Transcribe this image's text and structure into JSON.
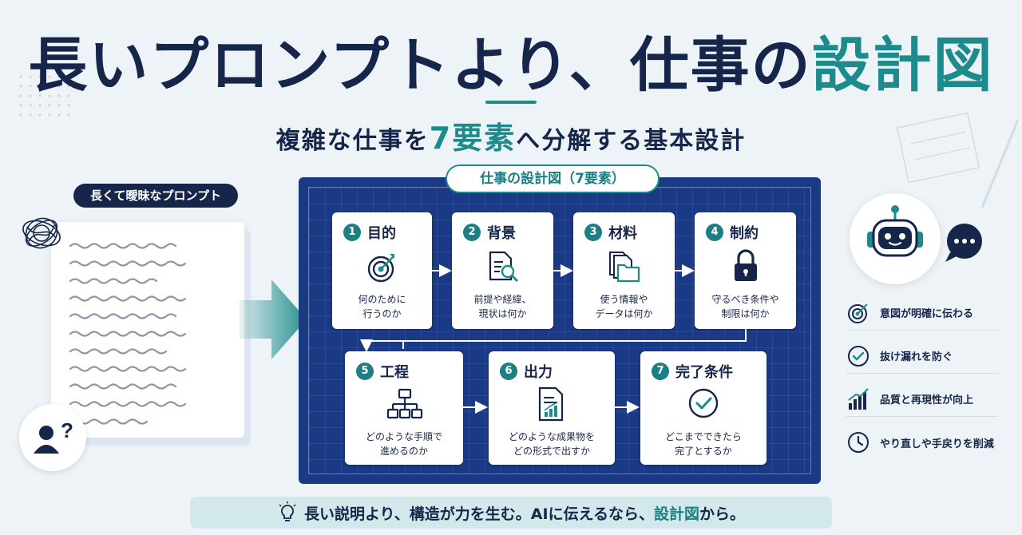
{
  "header": {
    "title_main": "長いプロンプトより、仕事の",
    "title_accent": "設計図",
    "subtitle_before": "複雑な仕事を",
    "subtitle_accent": "7要素",
    "subtitle_after": "へ分解する基本設計"
  },
  "left": {
    "label": "長くて曖昧なプロンプト"
  },
  "board": {
    "label": "仕事の設計図（7要素）",
    "cards": [
      {
        "num": "1",
        "name": "目的",
        "icon": "target-icon",
        "desc": [
          "何のために",
          "行うのか"
        ]
      },
      {
        "num": "2",
        "name": "背景",
        "icon": "document-search-icon",
        "desc": [
          "前提や経緯、",
          "現状は何か"
        ]
      },
      {
        "num": "3",
        "name": "材料",
        "icon": "files-folder-icon",
        "desc": [
          "使う情報や",
          "データは何か"
        ]
      },
      {
        "num": "4",
        "name": "制約",
        "icon": "lock-icon",
        "desc": [
          "守るべき条件や",
          "制限は何か"
        ]
      },
      {
        "num": "5",
        "name": "工程",
        "icon": "flowchart-icon",
        "desc": [
          "どのような手順で",
          "進めるのか"
        ]
      },
      {
        "num": "6",
        "name": "出力",
        "icon": "report-icon",
        "desc": [
          "どのような成果物を",
          "どの形式で出すか"
        ]
      },
      {
        "num": "7",
        "name": "完了条件",
        "icon": "check-circle-icon",
        "desc": [
          "どこまでできたら",
          "完了とするか"
        ]
      }
    ]
  },
  "right": {
    "benefits": [
      {
        "icon": "target-icon",
        "text": "意図が明確に伝わる"
      },
      {
        "icon": "check-circle-icon",
        "text": "抜け漏れを防ぐ"
      },
      {
        "icon": "bar-chart-icon",
        "text": "品質と再現性が向上"
      },
      {
        "icon": "clock-icon",
        "text": "やり直しや手戻りを削減"
      }
    ]
  },
  "footer": {
    "text_before": "長い説明より、構造が力を生む。AIに伝えるなら、",
    "text_accent": "設計図",
    "text_after": "から。"
  },
  "colors": {
    "navy": "#16264a",
    "teal": "#1d8b8b",
    "board_blue": "#1b3a86",
    "background": "#eef3f7"
  }
}
